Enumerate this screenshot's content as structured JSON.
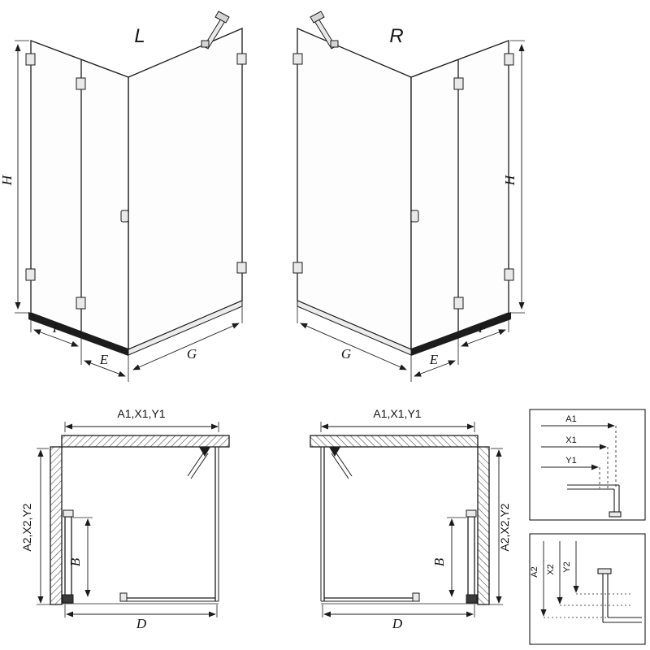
{
  "views": {
    "iso_left": {
      "label": "L",
      "dims": {
        "height": "H",
        "front_fixed": "F",
        "entry": "E",
        "side": "G"
      }
    },
    "iso_right": {
      "label": "R",
      "dims": {
        "height": "H",
        "front_fixed": "F",
        "entry": "E",
        "side": "G"
      }
    },
    "plan_left": {
      "dims": {
        "top": "A1,X1,Y1",
        "side": "A2,X2,Y2",
        "door": "B",
        "bottom": "D"
      }
    },
    "plan_right": {
      "dims": {
        "top": "A1,X1,Y1",
        "side": "A2,X2,Y2",
        "door": "B",
        "bottom": "D"
      }
    },
    "detail_horizontal": {
      "labels": [
        "A1",
        "X1",
        "Y1"
      ]
    },
    "detail_vertical": {
      "labels": [
        "A2",
        "X2",
        "Y2"
      ]
    }
  },
  "colors": {
    "line": "#1c1c1c",
    "sill": "#1c1c1c",
    "hardware_fill": "#e9e9e9",
    "background": "#ffffff"
  }
}
